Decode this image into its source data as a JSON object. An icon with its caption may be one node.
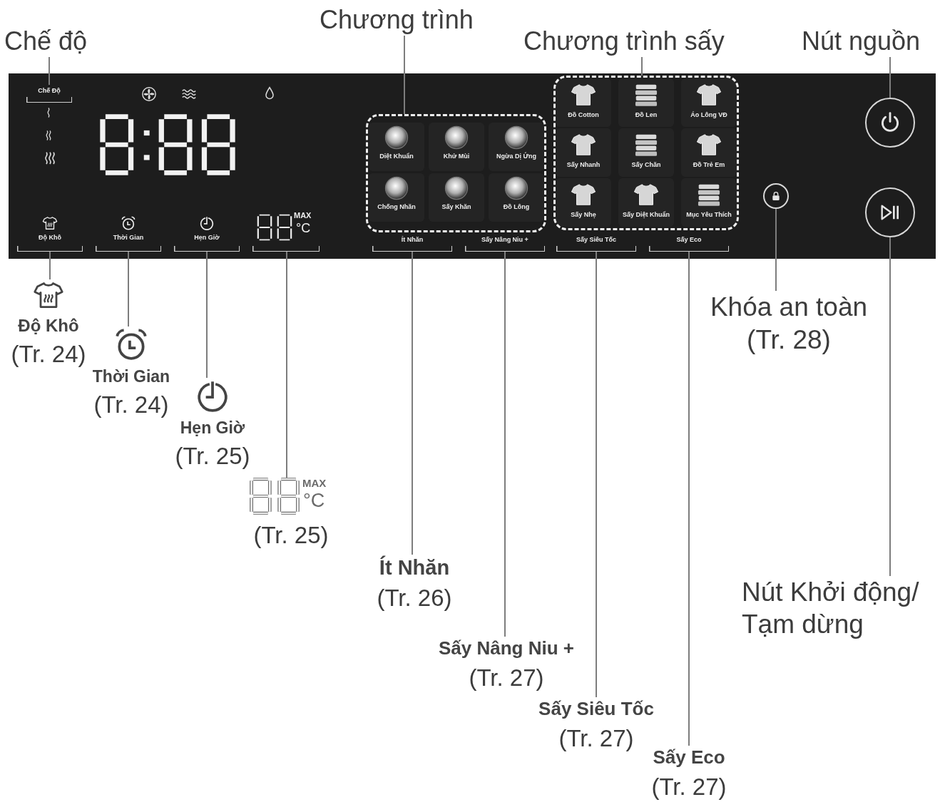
{
  "diagram": {
    "nodes": [
      {
        "text": [
          "Chế độ"
        ]
      },
      {
        "text": [
          "Chương trình"
        ]
      },
      {
        "text": [
          "Chương trình sấy"
        ]
      },
      {
        "text": [
          "Nút nguồn"
        ]
      },
      {
        "text": [],
        "shape": "box"
      },
      {
        "text": [
          "Chế Độ"
        ],
        "in": 4
      },
      {
        "text": [],
        "shape": "box",
        "in": 4
      },
      {
        "text": [
          "Diệt Khuẩn"
        ],
        "in": 6
      },
      {
        "text": [
          "Khử Mùi"
        ],
        "in": 6
      },
      {
        "text": [
          "Ngừa Dị Ứng"
        ],
        "in": 6
      },
      {
        "text": [
          "Chống Nhăn"
        ],
        "in": 6
      },
      {
        "text": [
          "Sấy Khăn"
        ],
        "in": 6
      },
      {
        "text": [
          "Đồ Lông"
        ],
        "in": 6
      },
      {
        "text": [],
        "shape": "box",
        "in": 4
      },
      {
        "text": [
          "Đồ Cotton"
        ],
        "in": 13
      },
      {
        "text": [
          "Đồ Len"
        ],
        "in": 13
      },
      {
        "text": [
          "Áo Lông VĐ"
        ],
        "in": 13
      },
      {
        "text": [
          "Sấy Nhanh"
        ],
        "in": 13
      },
      {
        "text": [
          "Sấy Chăn"
        ],
        "in": 13
      },
      {
        "text": [
          "Đồ Trẻ Em"
        ],
        "in": 13
      },
      {
        "text": [
          "Sấy Nhẹ"
        ],
        "in": 13
      },
      {
        "text": [
          "Sấy Diệt Khuẩn"
        ],
        "in": 13
      },
      {
        "text": [
          "Mục Yêu Thích"
        ],
        "in": 13
      },
      {
        "text": [],
        "shape": "circle",
        "in": 4
      },
      {
        "text": [],
        "shape": "circle",
        "in": 4
      },
      {
        "text": [],
        "shape": "circle",
        "in": 4
      },
      {
        "text": [
          "Độ Khô"
        ],
        "in": 4
      },
      {
        "text": [
          "Thời Gian"
        ],
        "in": 4
      },
      {
        "text": [
          "Hẹn Giờ"
        ],
        "in": 4
      },
      {
        "text": [
          "MAX",
          "°C"
        ],
        "in": 4
      },
      {
        "text": [
          "Ít Nhăn"
        ],
        "in": 4
      },
      {
        "text": [
          "Sấy Nâng Niu +"
        ],
        "in": 4
      },
      {
        "text": [
          "Sấy Siêu Tốc"
        ],
        "in": 4
      },
      {
        "text": [
          "Sấy Eco"
        ],
        "in": 4
      },
      {
        "text": [
          "Độ Khô",
          "(Tr. 24)"
        ]
      },
      {
        "text": [
          "Thời Gian",
          "(Tr. 24)"
        ]
      },
      {
        "text": [
          "Hẹn Giờ",
          "(Tr. 25)"
        ]
      },
      {
        "text": [
          "MAX",
          "°C",
          "(Tr. 25)"
        ]
      },
      {
        "text": [
          "Khóa an toàn",
          "(Tr. 28)"
        ]
      },
      {
        "text": [
          "Ít Nhăn",
          "(Tr. 26)"
        ]
      },
      {
        "text": [
          "Nút Khởi động/ Tạm dừng"
        ]
      },
      {
        "text": [
          "Sấy Nâng Niu +",
          "(Tr. 27)"
        ]
      },
      {
        "text": [
          "Sấy Siêu Tốc",
          "(Tr. 27)"
        ]
      },
      {
        "text": [
          "Sấy Eco",
          "(Tr. 27)"
        ]
      }
    ],
    "edges": [
      {
        "from": 0,
        "to": 5,
        "arrow": "none"
      },
      {
        "from": 1,
        "to": 6,
        "arrow": "none"
      },
      {
        "from": 2,
        "to": 13,
        "arrow": "none"
      },
      {
        "from": 3,
        "to": 23,
        "arrow": "none"
      },
      {
        "from": 34,
        "to": 26,
        "arrow": "none"
      },
      {
        "from": 35,
        "to": 27,
        "arrow": "none"
      },
      {
        "from": 36,
        "to": 28,
        "arrow": "none"
      },
      {
        "from": 37,
        "to": 29,
        "arrow": "none"
      },
      {
        "from": 38,
        "to": 24,
        "arrow": "none"
      },
      {
        "from": 39,
        "to": 30,
        "arrow": "none"
      },
      {
        "from": 40,
        "to": 25,
        "arrow": "none"
      },
      {
        "from": 41,
        "to": 31,
        "arrow": "none"
      },
      {
        "from": 42,
        "to": 32,
        "arrow": "none"
      },
      {
        "from": 43,
        "to": 33,
        "arrow": "none"
      }
    ]
  }
}
